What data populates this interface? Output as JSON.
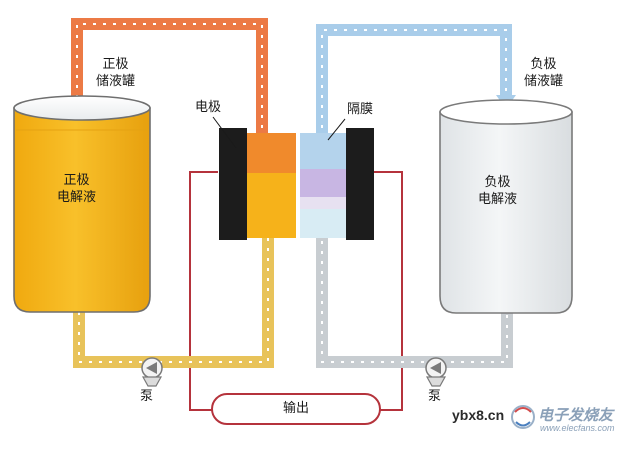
{
  "diagram": {
    "pos_tank_label_top": [
      "正极",
      "储液罐"
    ],
    "neg_tank_label_top": [
      "负极",
      "储液罐"
    ],
    "pos_tank_inside": [
      "正极",
      "电解液"
    ],
    "neg_tank_inside": [
      "负极",
      "电解液"
    ],
    "electrode": "电极",
    "membrane": "隔膜",
    "pump_left": "泵",
    "pump_right": "泵",
    "output": "输出"
  },
  "watermark": {
    "domain": "ybx8.cn",
    "brand": "电子发烧友",
    "url": "www.elecfans.com"
  },
  "colors": {
    "positive": "#f5b51c",
    "positive_pipe": "#e8c35a",
    "negative_fill": "#eef0f2",
    "orange_pipe": "#ec7a45",
    "blue_pipe": "#a9cdea",
    "wire": "#b5333c",
    "electrode": "#1c1c1c"
  }
}
